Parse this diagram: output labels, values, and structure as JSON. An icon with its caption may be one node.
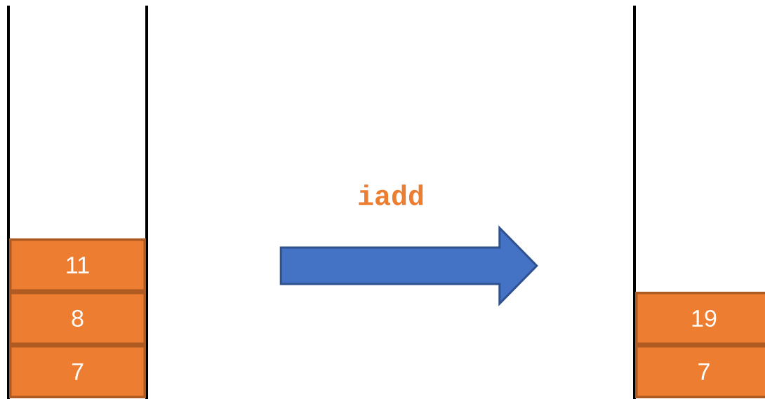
{
  "diagram": {
    "nodes": [
      {
        "text": [],
        "shape": "box"
      },
      {
        "text": [
          "11"
        ],
        "in": 0
      },
      {
        "text": [
          "8"
        ],
        "in": 0
      },
      {
        "text": [
          "7"
        ],
        "in": 0
      },
      {
        "text": [],
        "shape": "box"
      },
      {
        "text": [
          "19"
        ]
      },
      {
        "text": [
          "7"
        ]
      }
    ],
    "edges": [
      {
        "from": 0,
        "to": 4,
        "arrow": "to",
        "label": "iadd"
      }
    ]
  }
}
